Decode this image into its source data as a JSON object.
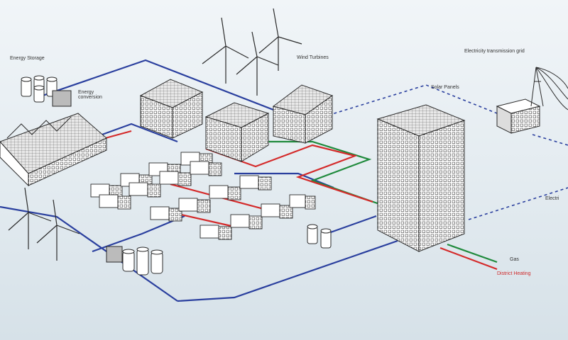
{
  "labels": {
    "energy_storage": "Energy Storage",
    "energy_conversion": "Energy\nconversion",
    "wind_turbines": "Wind Turbines",
    "electricity_grid": "Electricity transmission grid",
    "solar_panels": "Solar Panels",
    "electric_partial": "Electri",
    "gas": "Gas",
    "district_heating": "District Heating"
  },
  "colors": {
    "electricity": "#2a3f9e",
    "gas": "#1f8a3c",
    "heating": "#d42a2a",
    "dashed_grid": "#2a3f9e",
    "building_fill": "#ffffff",
    "outline": "#2b2b2b"
  }
}
